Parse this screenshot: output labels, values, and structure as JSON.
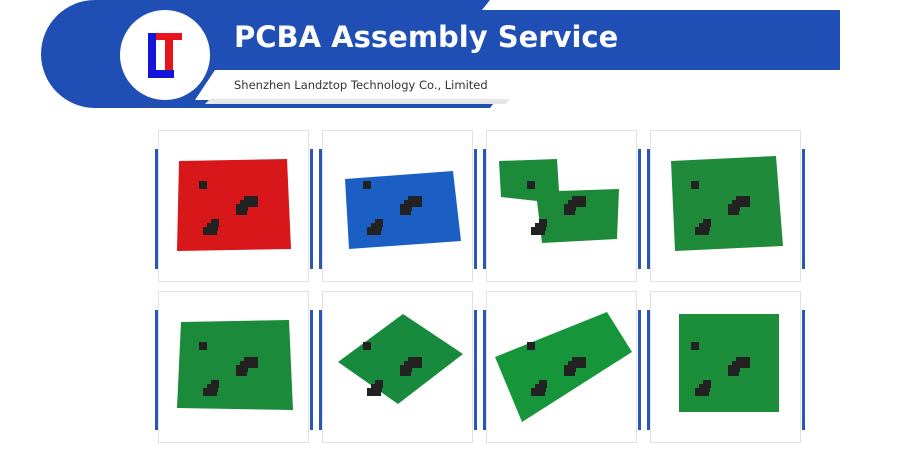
{
  "header": {
    "title": "PCBA Assembly Service",
    "subtitle": "Shenzhen Landztop Technology Co., Limited",
    "logo_text": "LT",
    "brand_color": "#1f4fb5",
    "logo_red": "#e8141c"
  },
  "gallery": {
    "items": [
      {
        "board_color": "#d8171b"
      },
      {
        "board_color": "#1b5fc4"
      },
      {
        "board_color": "#1d8a3a"
      },
      {
        "board_color": "#1e8a3a"
      },
      {
        "board_color": "#1b8a3b"
      },
      {
        "board_color": "#178a3d"
      },
      {
        "board_color": "#16953b"
      },
      {
        "board_color": "#1c8e3a"
      }
    ]
  }
}
